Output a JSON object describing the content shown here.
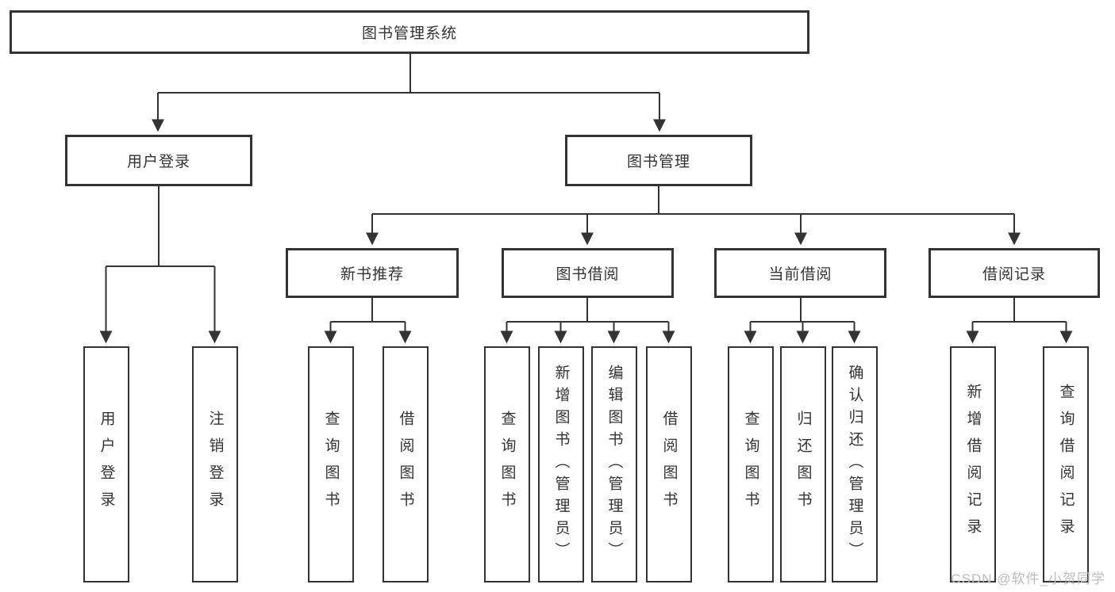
{
  "title": "图书管理系统",
  "branches": {
    "user_login": {
      "label": "用户登录",
      "children": [
        "用户登录",
        "注销登录"
      ]
    },
    "book_management": {
      "label": "图书管理",
      "sections": [
        {
          "label": "新书推荐",
          "children": [
            "查询图书",
            "借阅图书"
          ]
        },
        {
          "label": "图书借阅",
          "children": [
            "查询图书",
            "新增图书（管理员）",
            "编辑图书（管理员）",
            "借阅图书"
          ]
        },
        {
          "label": "当前借阅",
          "children": [
            "查询图书",
            "归还图书",
            "确认归还（管理员）"
          ]
        },
        {
          "label": "借阅记录",
          "children": [
            "新增借阅记录",
            "查询借阅记录"
          ]
        }
      ]
    }
  },
  "watermark": "CSDN @软件_小贺同学",
  "colors": {
    "line": "#333333",
    "text": "#333333",
    "background": "#ffffff",
    "watermark": "#bcbcbc"
  }
}
